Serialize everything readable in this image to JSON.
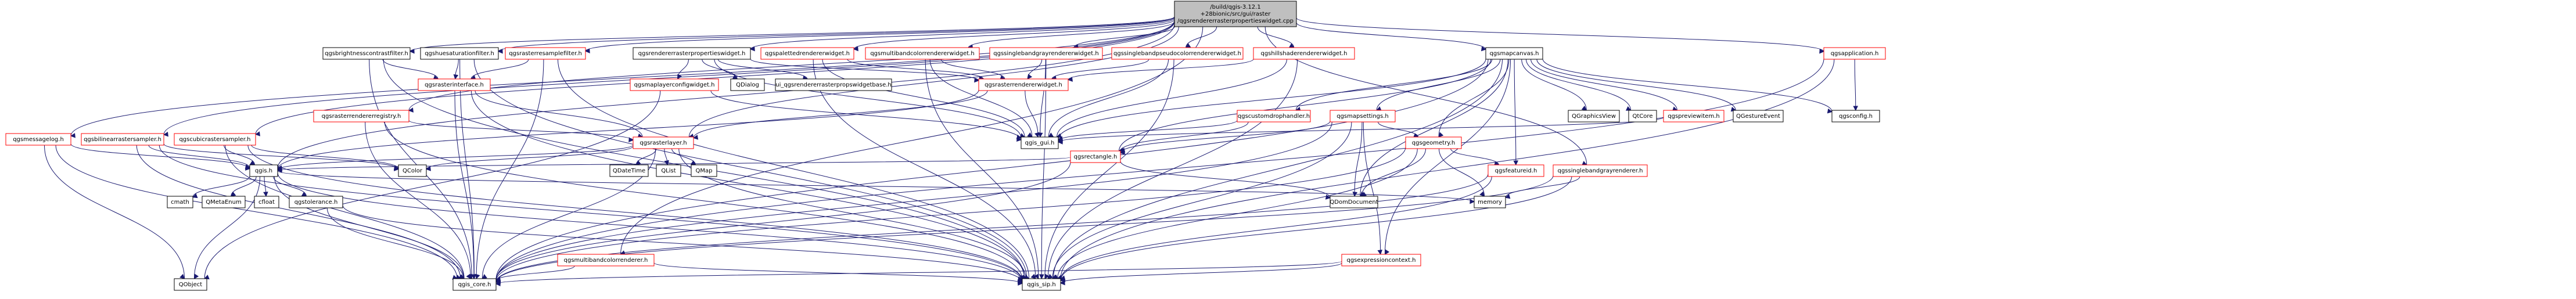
{
  "root": {
    "id": "root",
    "lines": [
      "/build/qgis-3.12.1",
      "+28bionic/src/gui/raster",
      "/qgsrendererrasterpropertieswidget.cpp"
    ]
  },
  "nodes": [
    {
      "id": "msglog",
      "label": "qgsmessagelog.h",
      "style": "red"
    },
    {
      "id": "bilinear",
      "label": "qgsbilinearrastersampler.h",
      "style": "red"
    },
    {
      "id": "cubic",
      "label": "qgscubicrastersampler.h",
      "style": "red"
    },
    {
      "id": "registry",
      "label": "qgsrasterrendererregistry.h",
      "style": "red"
    },
    {
      "id": "bright",
      "label": "qgsbrightnesscontrastfilter.h",
      "style": "plain"
    },
    {
      "id": "huesat",
      "label": "qgshuesaturationfilter.h",
      "style": "plain"
    },
    {
      "id": "resample",
      "label": "qgsrasterresamplefilter.h",
      "style": "red"
    },
    {
      "id": "iface",
      "label": "qgsrasterinterface.h",
      "style": "red"
    },
    {
      "id": "rrpw",
      "label": "qgsrendererrasterpropertieswidget.h",
      "style": "plain"
    },
    {
      "id": "mlcw",
      "label": "qgsmaplayerconfigwidget.h",
      "style": "red"
    },
    {
      "id": "qdialog",
      "label": "QDialog",
      "style": "plain"
    },
    {
      "id": "uibase",
      "label": "ui_qgsrendererrasterpropswidgetbase.h",
      "style": "plain"
    },
    {
      "id": "palette",
      "label": "qgspalettedrendererwidget.h",
      "style": "red"
    },
    {
      "id": "multiw",
      "label": "qgsmultibandcolorrendererwidget.h",
      "style": "red"
    },
    {
      "id": "singlegw",
      "label": "qgssinglebandgrayrendererwidget.h",
      "style": "red"
    },
    {
      "id": "pseudow",
      "label": "qgssinglebandpseudocolorrendererwidget.h",
      "style": "red"
    },
    {
      "id": "hillw",
      "label": "qgshillshaderendererwidget.h",
      "style": "red"
    },
    {
      "id": "rrw",
      "label": "qgsrasterrendererwidget.h",
      "style": "red"
    },
    {
      "id": "rlayer",
      "label": "qgsrasterlayer.h",
      "style": "red"
    },
    {
      "id": "qdatetime",
      "label": "QDateTime",
      "style": "plain"
    },
    {
      "id": "qlist",
      "label": "QList",
      "style": "plain"
    },
    {
      "id": "qmap",
      "label": "QMap",
      "style": "plain"
    },
    {
      "id": "qgsh",
      "label": "qgis.h",
      "style": "plain"
    },
    {
      "id": "cmath",
      "label": "cmath",
      "style": "plain"
    },
    {
      "id": "qmetaenum",
      "label": "QMetaEnum",
      "style": "plain"
    },
    {
      "id": "cfloat",
      "label": "cfloat",
      "style": "plain"
    },
    {
      "id": "tolerance",
      "label": "qgstolerance.h",
      "style": "plain"
    },
    {
      "id": "qobject",
      "label": "QObject",
      "style": "plain"
    },
    {
      "id": "qcolor",
      "label": "QColor",
      "style": "plain"
    },
    {
      "id": "core",
      "label": "qgis_core.h",
      "style": "plain"
    },
    {
      "id": "sip",
      "label": "qgis_sip.h",
      "style": "plain"
    },
    {
      "id": "multir",
      "label": "qgsmultibandcolorrenderer.h",
      "style": "red"
    },
    {
      "id": "gui",
      "label": "qgis_gui.h",
      "style": "plain"
    },
    {
      "id": "customdrop",
      "label": "qgscustomdrophandler.h",
      "style": "red"
    },
    {
      "id": "rectangle",
      "label": "qgsrectangle.h",
      "style": "red"
    },
    {
      "id": "canvas",
      "label": "qgsmapcanvas.h",
      "style": "plain"
    },
    {
      "id": "mapset",
      "label": "qgsmapsettings.h",
      "style": "red"
    },
    {
      "id": "exprctx",
      "label": "qgsexpressioncontext.h",
      "style": "red"
    },
    {
      "id": "geometry",
      "label": "qgsgeometry.h",
      "style": "red"
    },
    {
      "id": "qdom",
      "label": "QDomDocument",
      "style": "plain"
    },
    {
      "id": "memory",
      "label": "memory",
      "style": "plain"
    },
    {
      "id": "feature",
      "label": "qgsfeatureid.h",
      "style": "red"
    },
    {
      "id": "qgv",
      "label": "QGraphicsView",
      "style": "plain"
    },
    {
      "id": "qtcore",
      "label": "QtCore",
      "style": "plain"
    },
    {
      "id": "preview",
      "label": "qgspreviewitem.h",
      "style": "red"
    },
    {
      "id": "gesture",
      "label": "QGestureEvent",
      "style": "plain"
    },
    {
      "id": "singleg",
      "label": "qgssinglebandgrayrenderer.h",
      "style": "red"
    },
    {
      "id": "app",
      "label": "qgsapplication.h",
      "style": "red"
    },
    {
      "id": "config",
      "label": "qgsconfig.h",
      "style": "plain"
    }
  ],
  "edges": [
    [
      "root",
      "msglog"
    ],
    [
      "root",
      "bilinear"
    ],
    [
      "root",
      "cubic"
    ],
    [
      "root",
      "registry"
    ],
    [
      "root",
      "bright"
    ],
    [
      "root",
      "huesat"
    ],
    [
      "root",
      "resample"
    ],
    [
      "root",
      "rrpw"
    ],
    [
      "root",
      "palette"
    ],
    [
      "root",
      "multiw"
    ],
    [
      "root",
      "singlegw"
    ],
    [
      "root",
      "pseudow"
    ],
    [
      "root",
      "hillw"
    ],
    [
      "root",
      "canvas"
    ],
    [
      "root",
      "singleg"
    ],
    [
      "root",
      "app"
    ],
    [
      "root",
      "rlayer"
    ],
    [
      "root",
      "multir"
    ],
    [
      "root",
      "qgsh"
    ],
    [
      "msglog",
      "qgsh"
    ],
    [
      "msglog",
      "core"
    ],
    [
      "msglog",
      "qobject"
    ],
    [
      "bilinear",
      "qgsh"
    ],
    [
      "bilinear",
      "core"
    ],
    [
      "bilinear",
      "sip"
    ],
    [
      "bilinear",
      "qcolor"
    ],
    [
      "cubic",
      "qgsh"
    ],
    [
      "cubic",
      "core"
    ],
    [
      "cubic",
      "sip"
    ],
    [
      "cubic",
      "qcolor"
    ],
    [
      "registry",
      "rlayer"
    ],
    [
      "registry",
      "core"
    ],
    [
      "registry",
      "sip"
    ],
    [
      "bright",
      "iface"
    ],
    [
      "bright",
      "core"
    ],
    [
      "bright",
      "sip"
    ],
    [
      "huesat",
      "iface"
    ],
    [
      "huesat",
      "core"
    ],
    [
      "huesat",
      "sip"
    ],
    [
      "resample",
      "iface"
    ],
    [
      "resample",
      "core"
    ],
    [
      "resample",
      "sip"
    ],
    [
      "iface",
      "core"
    ],
    [
      "iface",
      "sip"
    ],
    [
      "iface",
      "rlayer"
    ],
    [
      "rrpw",
      "mlcw"
    ],
    [
      "rrpw",
      "qdialog"
    ],
    [
      "rrpw",
      "uibase"
    ],
    [
      "rrpw",
      "gui"
    ],
    [
      "rrpw",
      "rrw"
    ],
    [
      "mlcw",
      "gui"
    ],
    [
      "mlcw",
      "qobject"
    ],
    [
      "palette",
      "rrw"
    ],
    [
      "palette",
      "gui"
    ],
    [
      "palette",
      "sip"
    ],
    [
      "multiw",
      "rrw"
    ],
    [
      "multiw",
      "gui"
    ],
    [
      "multiw",
      "sip"
    ],
    [
      "singlegw",
      "rrw"
    ],
    [
      "singlegw",
      "gui"
    ],
    [
      "singlegw",
      "sip"
    ],
    [
      "pseudow",
      "rrw"
    ],
    [
      "pseudow",
      "gui"
    ],
    [
      "pseudow",
      "sip"
    ],
    [
      "hillw",
      "rrw"
    ],
    [
      "hillw",
      "gui"
    ],
    [
      "hillw",
      "sip"
    ],
    [
      "rrw",
      "rlayer"
    ],
    [
      "rrw",
      "gui"
    ],
    [
      "rrw",
      "qgsh"
    ],
    [
      "rlayer",
      "qdatetime"
    ],
    [
      "rlayer",
      "qlist"
    ],
    [
      "rlayer",
      "qmap"
    ],
    [
      "rlayer",
      "qgsh"
    ],
    [
      "rlayer",
      "core"
    ],
    [
      "rlayer",
      "qcolor"
    ],
    [
      "rlayer",
      "sip"
    ],
    [
      "qgsh",
      "cmath"
    ],
    [
      "qgsh",
      "qmetaenum"
    ],
    [
      "qgsh",
      "cfloat"
    ],
    [
      "qgsh",
      "tolerance"
    ],
    [
      "qgsh",
      "core"
    ],
    [
      "qgsh",
      "memory"
    ],
    [
      "qgsh",
      "sip"
    ],
    [
      "qgsh",
      "qobject"
    ],
    [
      "tolerance",
      "core"
    ],
    [
      "tolerance",
      "sip"
    ],
    [
      "multir",
      "core"
    ],
    [
      "multir",
      "sip"
    ],
    [
      "canvas",
      "customdrop"
    ],
    [
      "canvas",
      "mapset"
    ],
    [
      "canvas",
      "rectangle"
    ],
    [
      "canvas",
      "gui"
    ],
    [
      "canvas",
      "qgv"
    ],
    [
      "canvas",
      "qtcore"
    ],
    [
      "canvas",
      "preview"
    ],
    [
      "canvas",
      "gesture"
    ],
    [
      "canvas",
      "geometry"
    ],
    [
      "canvas",
      "exprctx"
    ],
    [
      "canvas",
      "feature"
    ],
    [
      "canvas",
      "config"
    ],
    [
      "canvas",
      "qdom"
    ],
    [
      "canvas",
      "sip"
    ],
    [
      "canvas",
      "core"
    ],
    [
      "customdrop",
      "gui"
    ],
    [
      "customdrop",
      "rectangle"
    ],
    [
      "mapset",
      "rectangle"
    ],
    [
      "mapset",
      "exprctx"
    ],
    [
      "mapset",
      "geometry"
    ],
    [
      "mapset",
      "core"
    ],
    [
      "mapset",
      "sip"
    ],
    [
      "mapset",
      "qdom"
    ],
    [
      "rectangle",
      "qgsh"
    ],
    [
      "rectangle",
      "qdom"
    ],
    [
      "rectangle",
      "core"
    ],
    [
      "preview",
      "gui"
    ],
    [
      "geometry",
      "feature"
    ],
    [
      "geometry",
      "memory"
    ],
    [
      "geometry",
      "core"
    ],
    [
      "geometry",
      "sip"
    ],
    [
      "geometry",
      "qdom"
    ],
    [
      "exprctx",
      "core"
    ],
    [
      "exprctx",
      "sip"
    ],
    [
      "feature",
      "core"
    ],
    [
      "feature",
      "sip"
    ],
    [
      "singleg",
      "core"
    ],
    [
      "singleg",
      "sip"
    ],
    [
      "singleg",
      "memory"
    ],
    [
      "app",
      "config"
    ],
    [
      "app",
      "core"
    ],
    [
      "app",
      "sip"
    ]
  ]
}
